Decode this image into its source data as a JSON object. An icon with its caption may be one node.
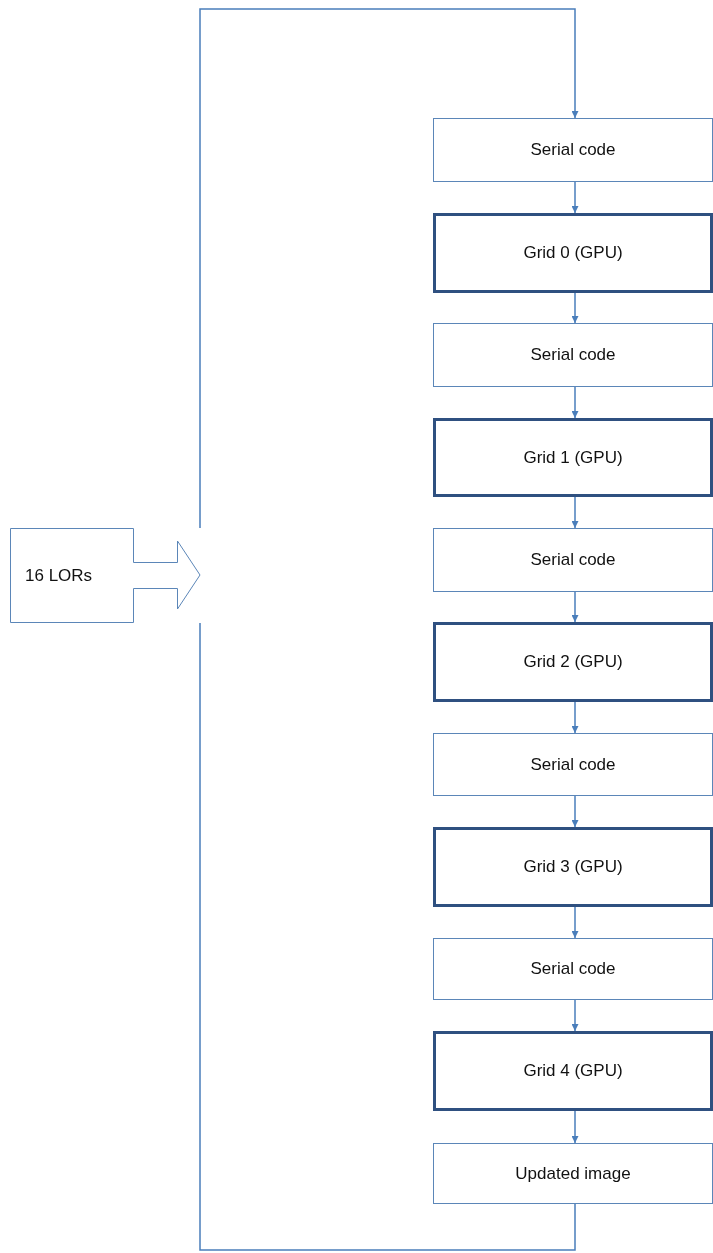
{
  "diagram": {
    "nodes": [
      {
        "text": [
          "Serial code"
        ]
      },
      {
        "text": [
          "Grid 0 (GPU)"
        ]
      },
      {
        "text": [
          "Serial code"
        ]
      },
      {
        "text": [
          "Grid 1 (GPU)"
        ]
      },
      {
        "text": [
          "Serial code"
        ]
      },
      {
        "text": [
          "Grid 2 (GPU)"
        ]
      },
      {
        "text": [
          "Serial code"
        ]
      },
      {
        "text": [
          "Grid 3 (GPU)"
        ]
      },
      {
        "text": [
          "Serial code"
        ]
      },
      {
        "text": [
          "Grid 4 (GPU)"
        ]
      },
      {
        "text": [
          "Updated image"
        ]
      },
      {
        "text": [
          "16 LORs"
        ]
      }
    ],
    "edges": [
      {
        "from": 0,
        "to": 1,
        "arrow": "to"
      },
      {
        "from": 1,
        "to": 2,
        "arrow": "to"
      },
      {
        "from": 2,
        "to": 3,
        "arrow": "to"
      },
      {
        "from": 3,
        "to": 4,
        "arrow": "to"
      },
      {
        "from": 4,
        "to": 5,
        "arrow": "to"
      },
      {
        "from": 5,
        "to": 6,
        "arrow": "to"
      },
      {
        "from": 6,
        "to": 7,
        "arrow": "to"
      },
      {
        "from": 7,
        "to": 8,
        "arrow": "to"
      },
      {
        "from": 8,
        "to": 9,
        "arrow": "to"
      },
      {
        "from": 9,
        "to": 10,
        "arrow": "to"
      },
      {
        "from": 10,
        "to": 0,
        "arrow": "to"
      }
    ]
  }
}
